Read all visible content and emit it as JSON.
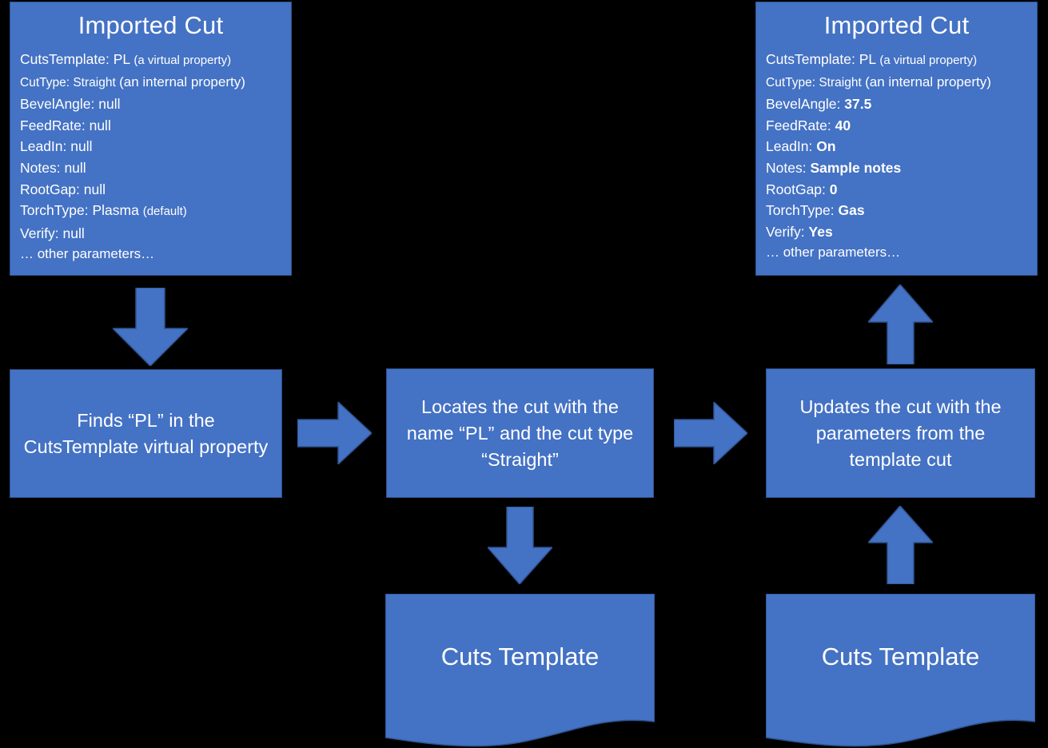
{
  "theme": {
    "background": "#000000",
    "shape_fill": "#4472C4",
    "shape_stroke": "#2F528F",
    "text_color": "#FFFFFF"
  },
  "diagram": {
    "title_left": "Imported Cut",
    "title_right": "Imported Cut",
    "imported_cut_before": {
      "title": "Imported Cut",
      "rows": [
        {
          "key": "CutsTemplate:",
          "value": "PL",
          "note": "(a virtual property)",
          "style": "normal"
        },
        {
          "key": "CutType:",
          "value": "Straight",
          "note": "(an internal property)",
          "style": "small"
        },
        {
          "key": "BevelAngle:",
          "value": "null",
          "note": "",
          "style": "normal"
        },
        {
          "key": "FeedRate:",
          "value": "null",
          "note": "",
          "style": "normal"
        },
        {
          "key": "LeadIn:",
          "value": "null",
          "note": "",
          "style": "normal"
        },
        {
          "key": "Notes:",
          "value": "null",
          "note": "",
          "style": "normal"
        },
        {
          "key": "RootGap:",
          "value": "null",
          "note": "",
          "style": "normal"
        },
        {
          "key": "TorchType:",
          "value": "Plasma",
          "note": "(default)",
          "style": "normal"
        },
        {
          "key": "Verify:",
          "value": "null",
          "note": "",
          "style": "normal"
        }
      ],
      "footer": "… other parameters…"
    },
    "imported_cut_after": {
      "title": "Imported Cut",
      "rows": [
        {
          "key": "CutsTemplate:",
          "value": "PL",
          "note": "(a virtual property)",
          "style": "normal"
        },
        {
          "key": "CutType:",
          "value": "Straight",
          "note": "(an internal property)",
          "style": "small"
        },
        {
          "key": "BevelAngle:",
          "value": "37.5",
          "note": "",
          "style": "bold"
        },
        {
          "key": "FeedRate:",
          "value": "40",
          "note": "",
          "style": "bold"
        },
        {
          "key": "LeadIn:",
          "value": "On",
          "note": "",
          "style": "bold"
        },
        {
          "key": "Notes:",
          "value": "Sample notes",
          "note": "",
          "style": "bold"
        },
        {
          "key": "RootGap:",
          "value": "0",
          "note": "",
          "style": "bold"
        },
        {
          "key": "TorchType:",
          "value": "Gas",
          "note": "",
          "style": "bold"
        },
        {
          "key": "Verify:",
          "value": "Yes",
          "note": "",
          "style": "bold"
        }
      ],
      "footer": "… other parameters…"
    },
    "steps": [
      {
        "text": "Finds “PL” in the CutsTemplate virtual property"
      },
      {
        "text": "Locates the cut with the name “PL” and the cut type “Straight”"
      },
      {
        "text": "Updates the cut with the parameters from the template cut"
      }
    ],
    "documents": [
      {
        "label": "Cuts Template"
      },
      {
        "label": "Cuts Template"
      }
    ],
    "arrows": [
      {
        "name": "arrow-down-imported-to-step1",
        "direction": "down"
      },
      {
        "name": "arrow-right-step1-to-step2",
        "direction": "right"
      },
      {
        "name": "arrow-right-step2-to-step3",
        "direction": "right"
      },
      {
        "name": "arrow-down-step2-to-template1",
        "direction": "down"
      },
      {
        "name": "arrow-up-template2-to-step3",
        "direction": "up"
      },
      {
        "name": "arrow-up-step3-to-imported",
        "direction": "up"
      }
    ]
  }
}
